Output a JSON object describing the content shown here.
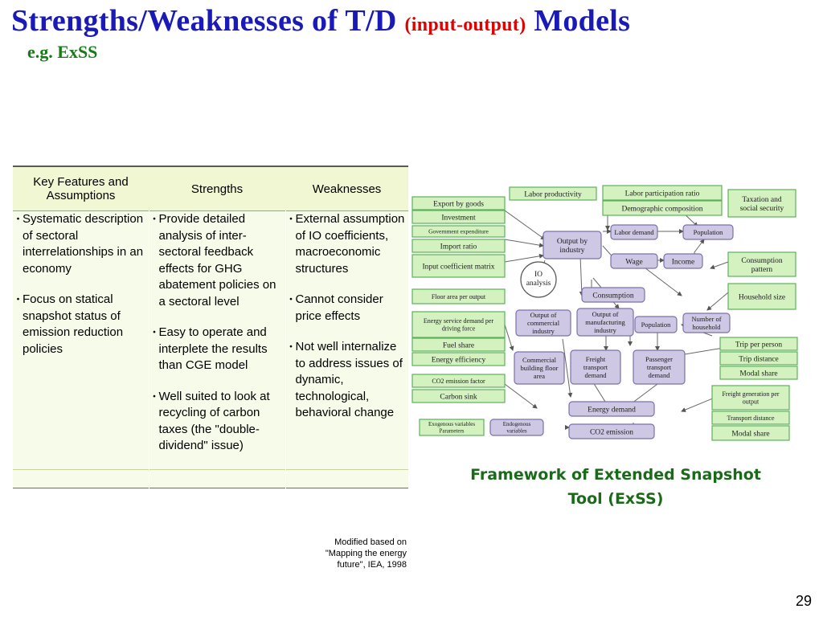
{
  "title": {
    "main": "Strengths/Weaknesses of T/D",
    "paren": "(input-output)",
    "end": "Models"
  },
  "subtitle": "e.g. ExSS",
  "table": {
    "headers": [
      "Key Features and Assumptions",
      "Strengths",
      "Weaknesses"
    ],
    "features": [
      "Systematic description of sectoral interrelationships in an economy",
      "Focus on statical snapshot status of emission reduction policies"
    ],
    "strengths": [
      "Provide detailed analysis of inter-sectoral feedback effects for GHG abatement policies on a sectoral level",
      "Easy to operate and interplete the results than CGE model",
      "Well suited to look at recycling of carbon taxes (the \"double-dividend\" issue)"
    ],
    "weaknesses": [
      "External assumption of IO coefficients, macroeconomic structures",
      "Cannot consider price effects",
      "Not well internalize to address issues of dynamic, technological, behavioral change"
    ],
    "bullet": "・"
  },
  "note": "Modified based on \"Mapping the energy future\", IEA, 1998",
  "diagram": {
    "green_left": [
      "Export by goods",
      "Investment",
      "Government expenditure",
      "Import ratio",
      "Input coefficient matrix",
      "Floor area per output",
      "Energy service demand per driving force",
      "Fuel share",
      "Energy efficiency",
      "CO2 emission factor",
      "Carbon sink"
    ],
    "green_top": [
      "Labor productivity",
      "Labor participation ratio",
      "Demographic composition"
    ],
    "green_right": [
      "Taxation and social security",
      "Consumption pattern",
      "Household size",
      "Trip per person",
      "Trip distance",
      "Modal share",
      "Freight generation per output",
      "Transport distance",
      "Modal share"
    ],
    "purple": [
      "Output by industry",
      "Labor demand",
      "Population",
      "Wage",
      "Income",
      "Consumption",
      "Output of commercial industry",
      "Output of manufacturing industry",
      "Population",
      "Number of household",
      "Commercial building floor area",
      "Freight transport demand",
      "Passenger transport demand",
      "Energy demand",
      "CO2 emission"
    ],
    "io_label": "IO analysis",
    "legend": [
      "Exogenous variables Parameters",
      "Endogenous variables"
    ],
    "colors": {
      "green_fill": "#d4f2c0",
      "green_stroke": "#5cb05c",
      "purple_fill": "#cec8e4",
      "purple_stroke": "#7a72a8"
    }
  },
  "caption": [
    "Framework of Extended Snapshot",
    "Tool (ExSS)"
  ],
  "page_number": "29"
}
